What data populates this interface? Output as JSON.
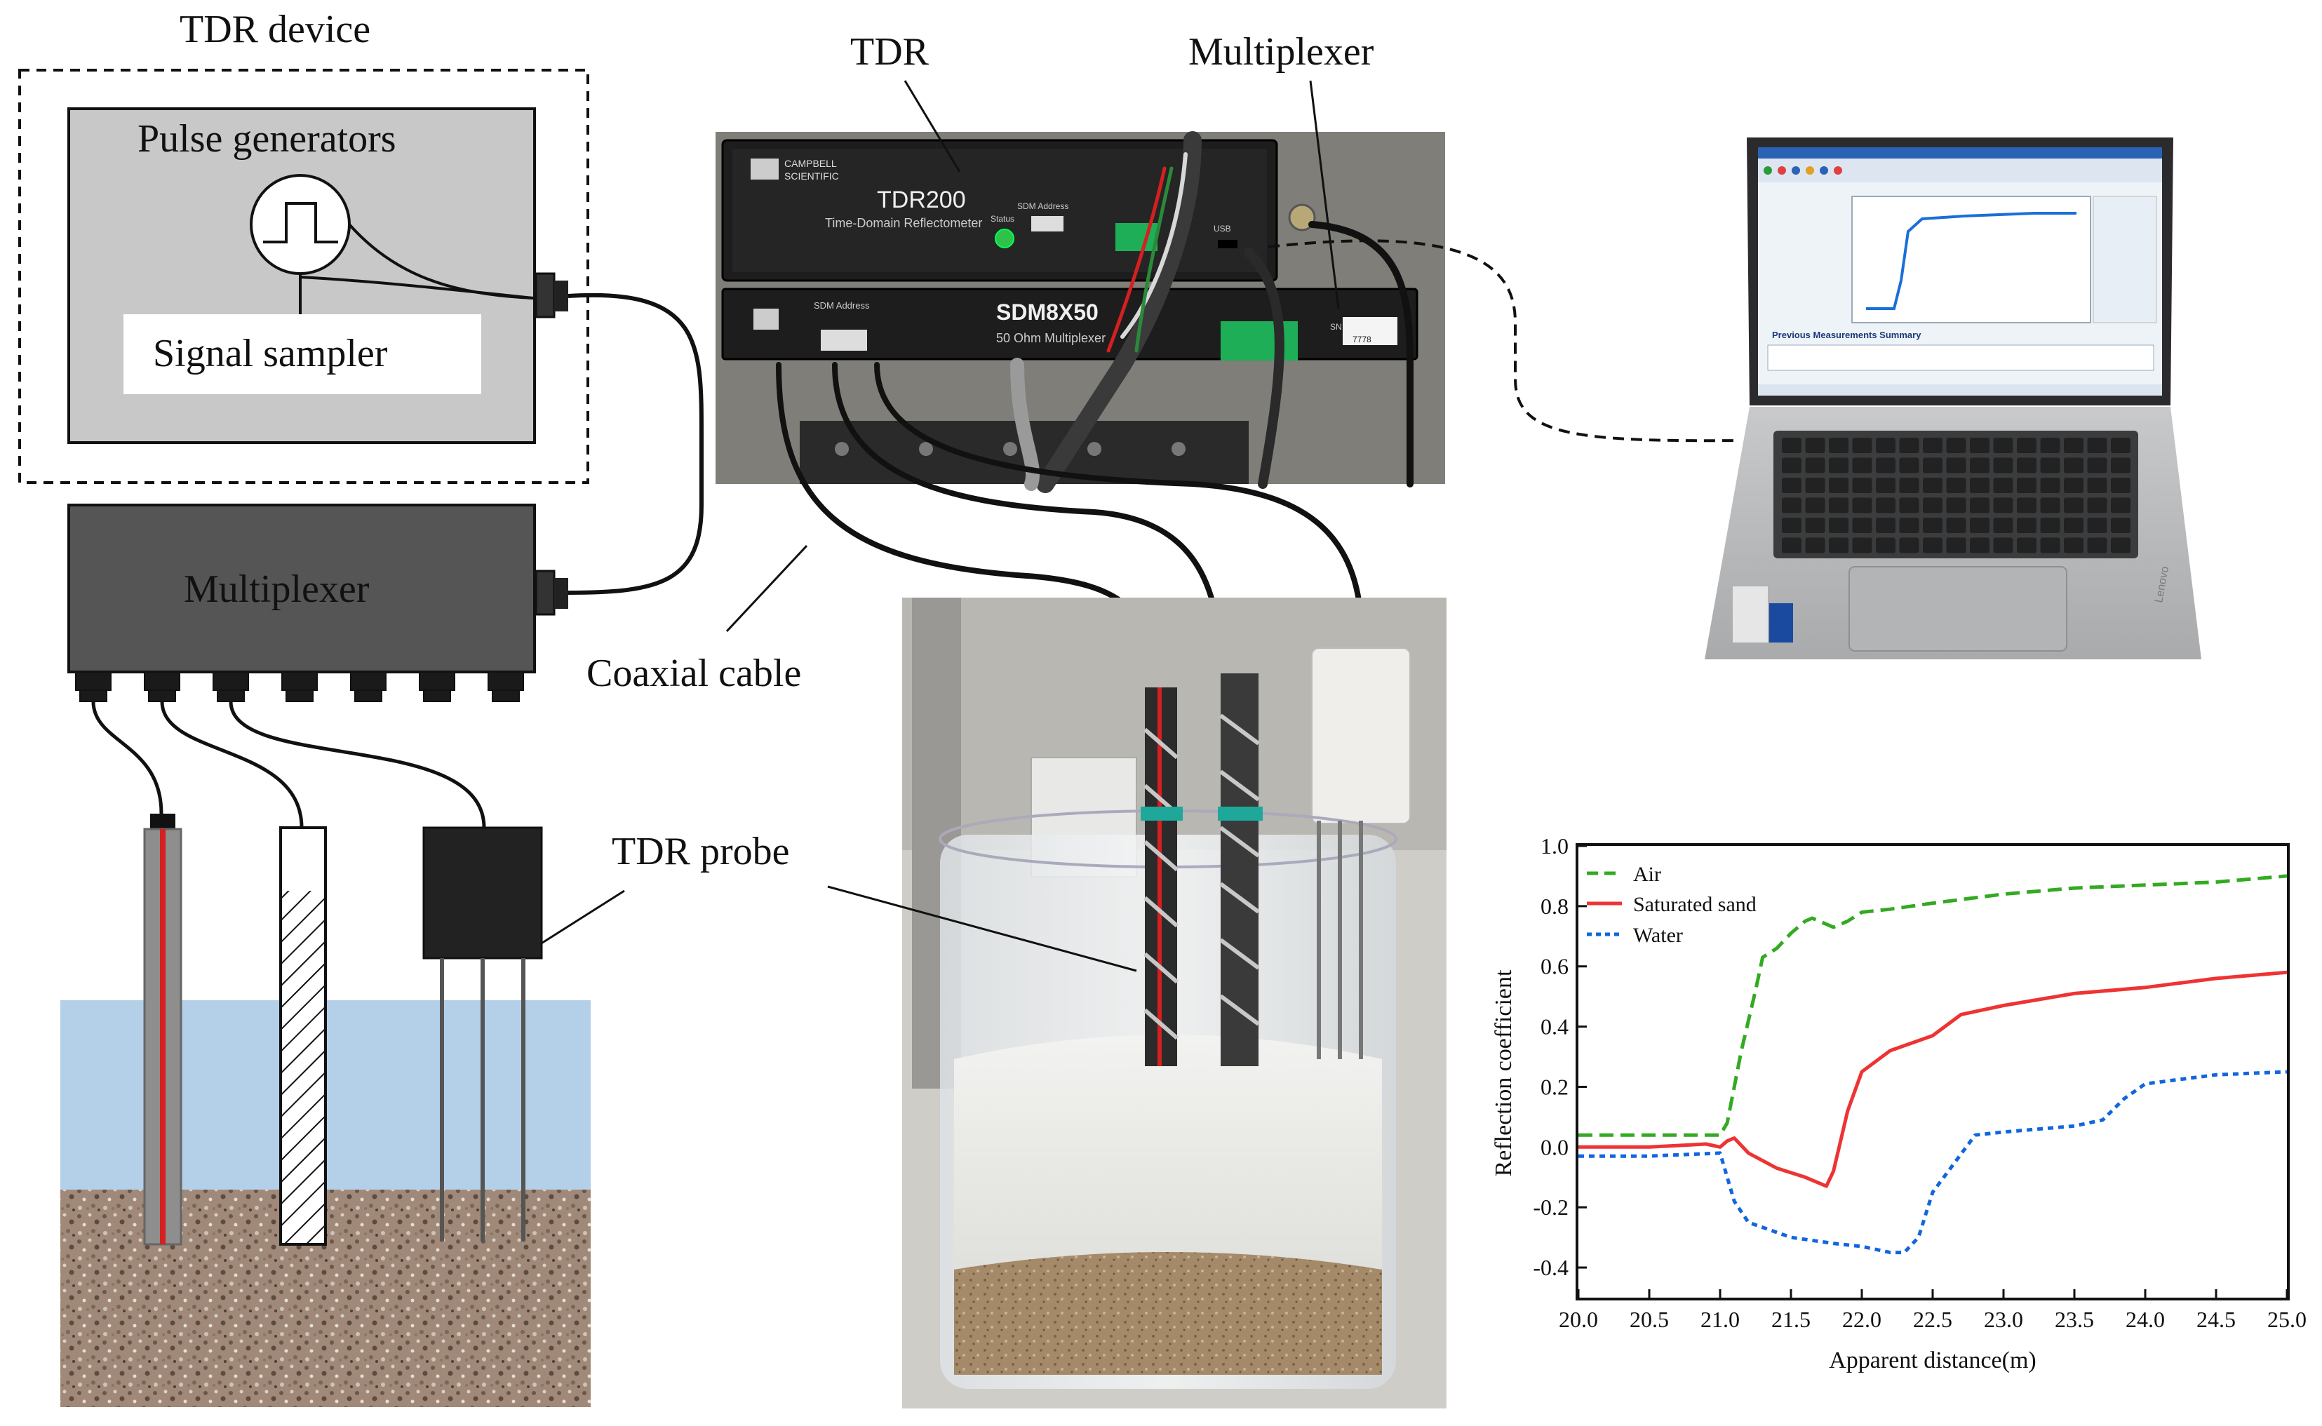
{
  "schematic": {
    "device_title": "TDR device",
    "pulse_label": "Pulse generators",
    "sampler_label": "Signal sampler",
    "mux_label": "Multiplexer"
  },
  "photo_labels": {
    "tdr": "TDR",
    "multiplexer": "Multiplexer",
    "coax": "Coaxial cable",
    "probe": "TDR probe"
  },
  "instrument_text": {
    "brand_line1": "CAMPBELL",
    "brand_line2": "SCIENTIFIC",
    "tdr_model": "TDR200",
    "tdr_sub": "Time-Domain Reflectometer",
    "status": "Status",
    "sdm_address": "SDM Address",
    "usb": "USB",
    "mux_model": "SDM8X50",
    "mux_sub": "50 Ohm Multiplexer",
    "mux_addr": "SDM Address",
    "sn": "SN",
    "serial": "7778"
  },
  "laptop_text": {
    "summary_title": "Previous Measurements Summary",
    "brand": "Lenovo"
  },
  "colors": {
    "grey_box": "#c8c8c8",
    "mux_box": "#555555",
    "water": "#b4cfe8",
    "soil": "#9b8373",
    "red_wire": "#d42020",
    "air": "#33aa22",
    "sand": "#ee3333",
    "water_line": "#1166dd"
  },
  "chart_data": {
    "type": "line",
    "xlabel": "Apparent distance(m)",
    "ylabel": "Reflection coefficient",
    "xlim": [
      20.0,
      25.0
    ],
    "ylim": [
      -0.5,
      1.0
    ],
    "xticks": [
      "20.0",
      "20.5",
      "21.0",
      "21.5",
      "22.0",
      "22.5",
      "23.0",
      "23.5",
      "24.0",
      "24.5",
      "25.0"
    ],
    "yticks": [
      "1.0",
      "0.8",
      "0.6",
      "0.4",
      "0.2",
      "0.0",
      "-0.2",
      "-0.4"
    ],
    "legend_position": "top-left",
    "series": [
      {
        "name": "Air",
        "color": "#33aa22",
        "dash": "dashed",
        "x": [
          20.0,
          20.5,
          21.0,
          21.05,
          21.15,
          21.25,
          21.3,
          21.4,
          21.5,
          21.6,
          21.65,
          21.8,
          21.9,
          22.0,
          22.2,
          22.5,
          23.0,
          23.5,
          24.0,
          24.5,
          25.0
        ],
        "y": [
          0.04,
          0.04,
          0.04,
          0.08,
          0.32,
          0.52,
          0.63,
          0.66,
          0.71,
          0.75,
          0.76,
          0.73,
          0.75,
          0.78,
          0.79,
          0.81,
          0.84,
          0.86,
          0.87,
          0.88,
          0.9
        ]
      },
      {
        "name": "Saturated sand",
        "color": "#ee3333",
        "dash": "solid",
        "x": [
          20.0,
          20.5,
          20.9,
          21.0,
          21.05,
          21.1,
          21.2,
          21.4,
          21.6,
          21.75,
          21.8,
          21.9,
          22.0,
          22.2,
          22.5,
          22.7,
          23.0,
          23.5,
          24.0,
          24.5,
          25.0
        ],
        "y": [
          0.0,
          0.0,
          0.01,
          0.0,
          0.02,
          0.03,
          -0.02,
          -0.07,
          -0.1,
          -0.13,
          -0.08,
          0.12,
          0.25,
          0.32,
          0.37,
          0.44,
          0.47,
          0.51,
          0.53,
          0.56,
          0.58
        ]
      },
      {
        "name": "Water",
        "color": "#1166dd",
        "dash": "dotted",
        "x": [
          20.0,
          20.5,
          21.0,
          21.1,
          21.2,
          21.5,
          21.8,
          22.0,
          22.2,
          22.3,
          22.4,
          22.5,
          22.8,
          23.0,
          23.5,
          23.7,
          23.85,
          24.0,
          24.5,
          25.0
        ],
        "y": [
          -0.03,
          -0.03,
          -0.02,
          -0.18,
          -0.25,
          -0.3,
          -0.32,
          -0.33,
          -0.35,
          -0.35,
          -0.3,
          -0.15,
          0.04,
          0.05,
          0.07,
          0.09,
          0.16,
          0.21,
          0.24,
          0.25
        ]
      }
    ]
  }
}
